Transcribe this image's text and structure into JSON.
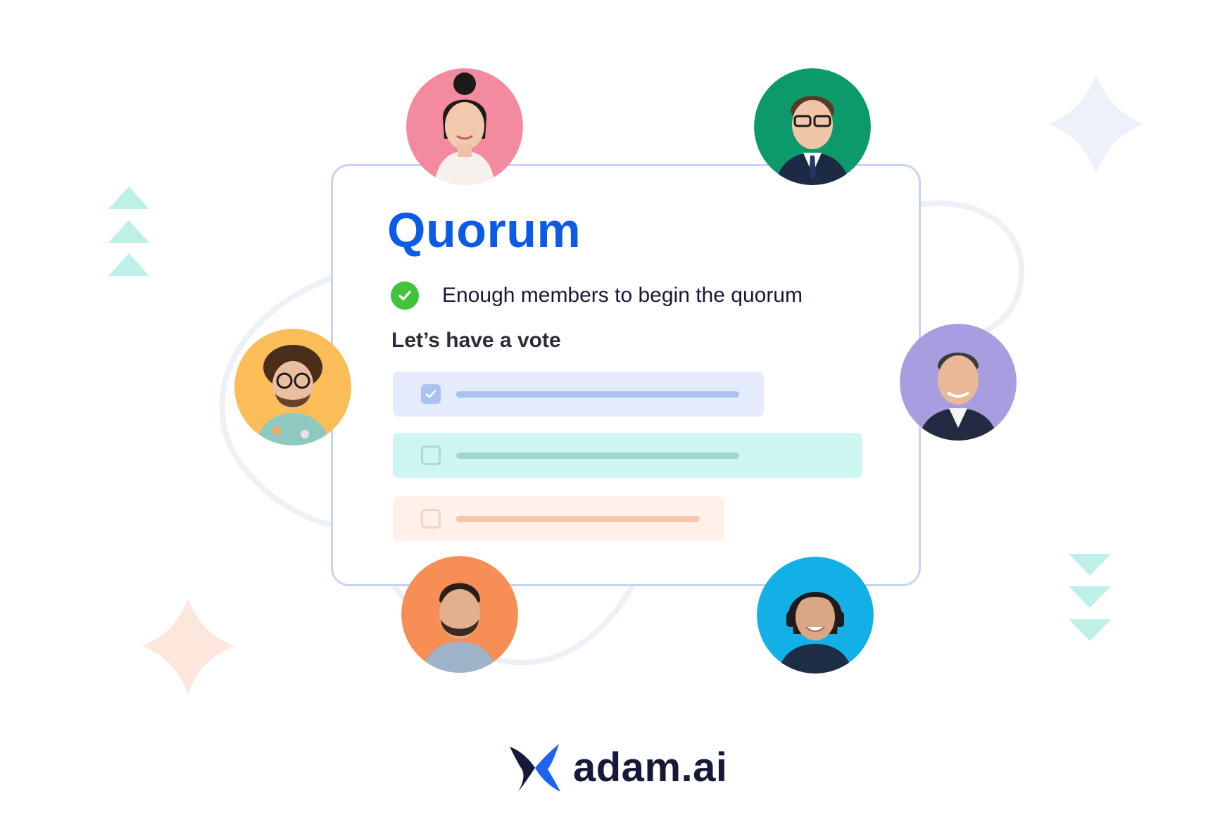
{
  "card": {
    "title": "Quorum",
    "status_text": "Enough members to begin the quorum",
    "vote_heading": "Let’s have a vote",
    "options": [
      {
        "checked": true
      },
      {
        "checked": false
      },
      {
        "checked": false
      }
    ]
  },
  "brand": {
    "name": "adam.ai"
  },
  "colors": {
    "title_blue": "#0b5be6",
    "check_green": "#43c23b",
    "avatar_pink": "#f48aa0",
    "avatar_green": "#0c9a6b",
    "avatar_yellow": "#fbbd57",
    "avatar_purple": "#a79ddf",
    "avatar_orange": "#f78e55",
    "avatar_cyan": "#12b0e6"
  },
  "avatars": [
    {
      "icon": "person-avatar-woman-bun"
    },
    {
      "icon": "person-avatar-man-glasses-suit"
    },
    {
      "icon": "person-avatar-man-curly-glasses"
    },
    {
      "icon": "person-avatar-man-suit"
    },
    {
      "icon": "person-avatar-man-beard"
    },
    {
      "icon": "person-avatar-woman-headset"
    }
  ]
}
